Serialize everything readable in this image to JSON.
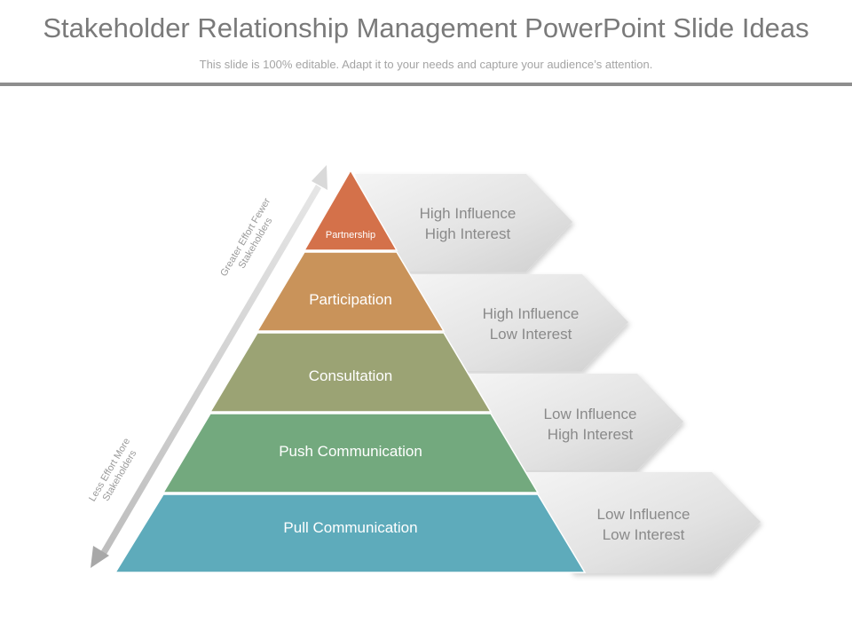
{
  "title": "Stakeholder Relationship Management PowerPoint Slide Ideas",
  "subtitle": "This slide is 100% editable. Adapt it to your needs and capture your audience’s attention.",
  "pyramid": {
    "tiers": [
      {
        "label": "Partnership",
        "color": "#d4714a"
      },
      {
        "label": "Participation",
        "color": "#c9935a"
      },
      {
        "label": "Consultation",
        "color": "#9ba374"
      },
      {
        "label": "Push Communication",
        "color": "#73a97e"
      },
      {
        "label": "Pull Communication",
        "color": "#5eabbb"
      }
    ],
    "arrows": [
      {
        "line1": "High Influence",
        "line2": "High Interest"
      },
      {
        "line1": "High Influence",
        "line2": "Low Interest"
      },
      {
        "line1": "Low Influence",
        "line2": "High Interest"
      },
      {
        "line1": "Low Influence",
        "line2": "Low Interest"
      }
    ]
  },
  "side_axis": {
    "top_line1": "Greater Effort Fewer",
    "top_line2": "Stakeholders",
    "bottom_line1": "Less Effort More",
    "bottom_line2": "Stakeholders"
  }
}
